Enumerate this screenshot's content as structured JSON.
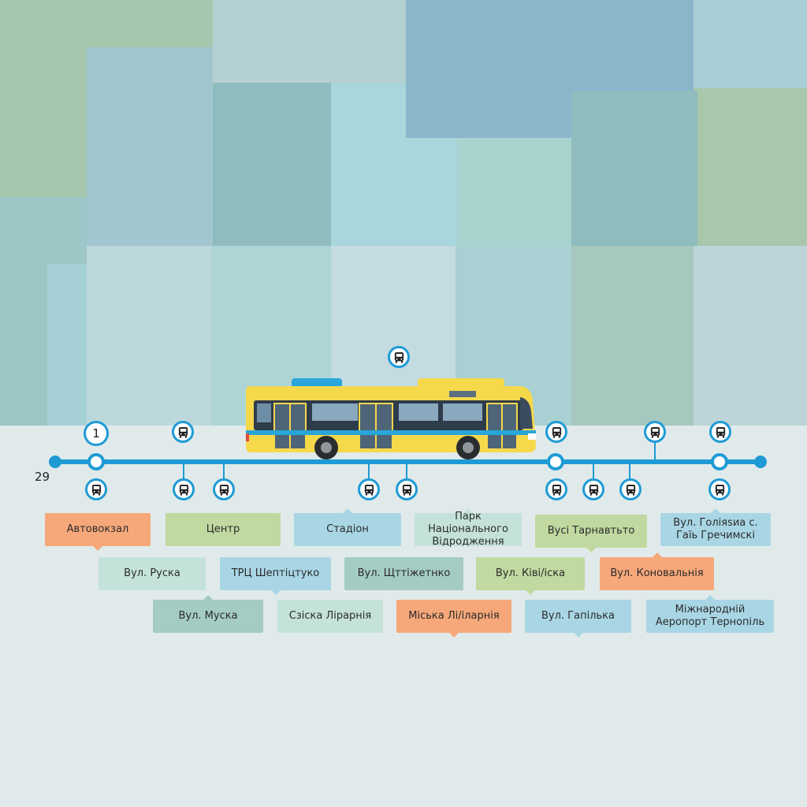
{
  "route": {
    "badge_number": "1",
    "side_number": "29"
  },
  "colors": {
    "route_blue": "#1e9bd5",
    "bus_yellow": "#f6d84b",
    "label_orange": "#f6a87a",
    "label_green": "#c0d9a0",
    "label_blue": "#a9d6e5",
    "label_mint": "#c4e2da",
    "label_teal": "#a4ccc2"
  },
  "icons": {
    "stop": "bus-icon"
  },
  "stops": [
    {
      "id": "avtovokzal",
      "label": "Автовокзал",
      "color": "orange"
    },
    {
      "id": "tsentr",
      "label": "Центр",
      "color": "green"
    },
    {
      "id": "stadion",
      "label": "Стадіон",
      "color": "blue"
    },
    {
      "id": "park",
      "label": "Парк Національного Відродження",
      "color": "mint"
    },
    {
      "id": "vusi",
      "label": "Вусі Тарнавтьто",
      "color": "green"
    },
    {
      "id": "holivska",
      "label": "Вул. Голіяѕиа с. Гаїь Гречимскі",
      "color": "blue"
    },
    {
      "id": "ruska",
      "label": "Вул. Руска",
      "color": "mint"
    },
    {
      "id": "trts",
      "label": "ТРЦ Шептіцтуко",
      "color": "blue"
    },
    {
      "id": "shtizhetenko",
      "label": "Вул. Щттіжетнко",
      "color": "teal"
    },
    {
      "id": "kiviiska",
      "label": "Вул. Ківі/іска",
      "color": "green"
    },
    {
      "id": "konovalska",
      "label": "Вул. Коновальнія",
      "color": "orange"
    },
    {
      "id": "muska",
      "label": "Вул. Муска",
      "color": "teal"
    },
    {
      "id": "skiska",
      "label": "Сзіска Лірарнія",
      "color": "mint"
    },
    {
      "id": "miska",
      "label": "Міська Лі/іларнія",
      "color": "orange"
    },
    {
      "id": "hapilka",
      "label": "Вул. Гапілька",
      "color": "blue"
    },
    {
      "id": "airport",
      "label": "Міжнародній Аеропорт Тернопіль",
      "color": "blue"
    }
  ]
}
